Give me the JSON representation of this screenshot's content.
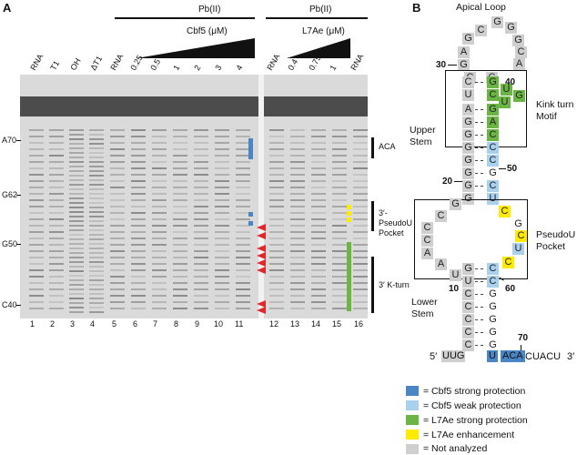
{
  "panel_a": {
    "letter": "A",
    "pb1": "Pb(II)",
    "pb2": "Pb(II)",
    "cbf5": "Cbf5 (μM)",
    "l7ae": "L7Ae (μM)",
    "lane_headers": [
      "RNA",
      "T1",
      "OH",
      "ΔT1",
      "RNA",
      "0.25",
      "0.5",
      "1",
      "2",
      "3",
      "4",
      "RNA",
      "0.4",
      "0.75",
      "1",
      "RNA"
    ],
    "lane_numbers": [
      "1",
      "2",
      "3",
      "4",
      "5",
      "6",
      "7",
      "8",
      "9",
      "10",
      "11",
      "12",
      "13",
      "14",
      "15",
      "16"
    ],
    "markers": [
      "A70",
      "G62",
      "G50",
      "C40"
    ],
    "regions": [
      "ACA",
      "3′-PseudoU Pocket",
      "3′ K-turn"
    ]
  },
  "panel_b": {
    "letter": "B",
    "apical_loop": "Apical Loop",
    "kink_turn": "Kink turn Motif",
    "upper_stem": "Upper Stem",
    "pseudou_pocket": "PseudoU Pocket",
    "lower_stem": "Lower Stem",
    "numbers": [
      "30",
      "40",
      "20",
      "50",
      "10",
      "60",
      "70"
    ],
    "five_prime": "5′",
    "three_prime": "3′",
    "tail_5": "UUG",
    "tail_3": "CUACU",
    "aca": "ACA",
    "u": "U"
  },
  "legend": [
    {
      "color": "#4a86c5",
      "label": "= Cbf5 strong protection"
    },
    {
      "color": "#a9d1ee",
      "label": "= Cbf5 weak protection"
    },
    {
      "color": "#6ab544",
      "label": "= L7Ae strong protection"
    },
    {
      "color": "#ffea00",
      "label": "= L7Ae enhancement"
    },
    {
      "color": "#cfcfcf",
      "label": "= Not analyzed"
    }
  ]
}
